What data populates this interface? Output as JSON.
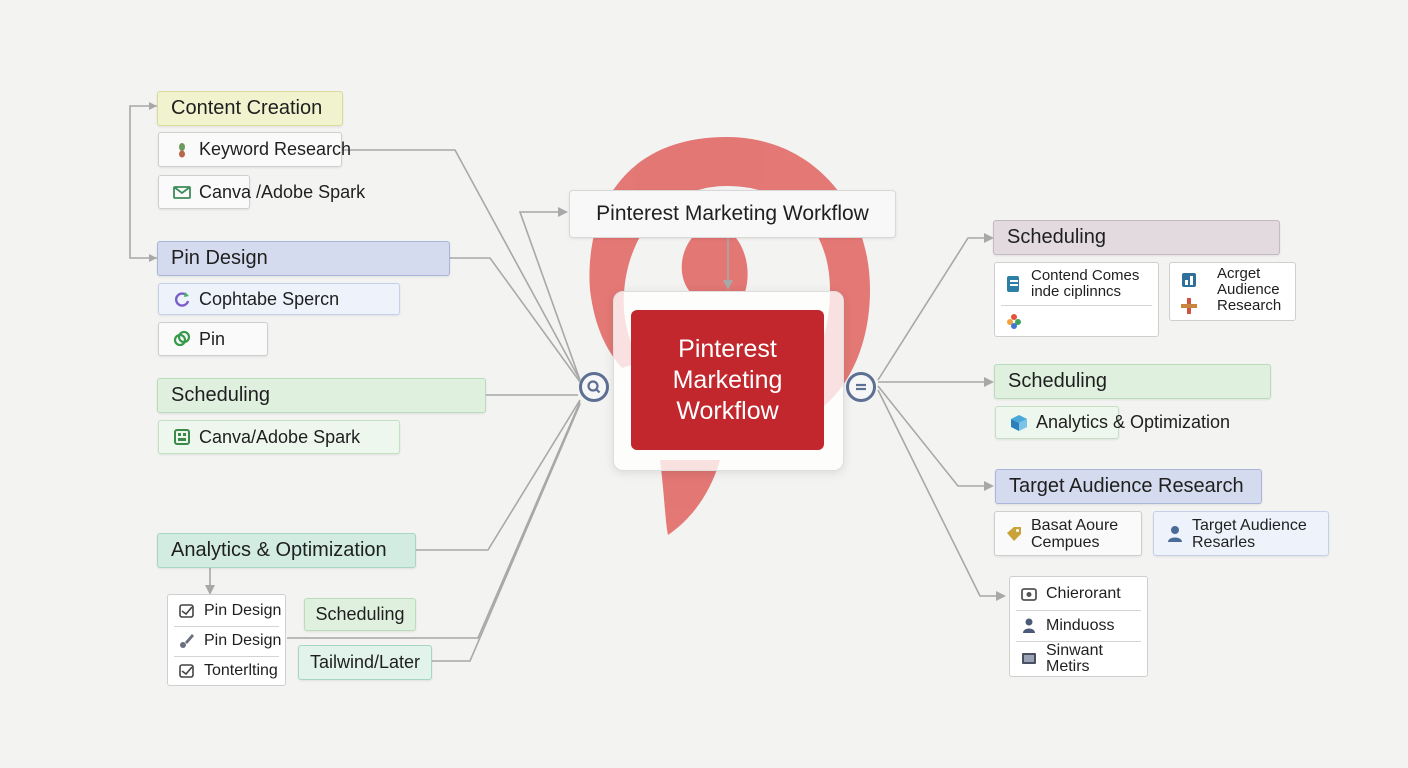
{
  "colors": {
    "brand_red": "#c1272d",
    "logo_red": "#e0625f",
    "connector": "#a8a8a8",
    "hub_ring": "#5e6f94"
  },
  "center": {
    "title_top": "Pinterest Marketing Workflow",
    "title_main": "Pinterest Marketing Workflow"
  },
  "hubs": {
    "left_icon": "search-icon",
    "right_icon": "equals-icon"
  },
  "left": {
    "content_creation": {
      "header": "Content Creation",
      "items": [
        {
          "label": "Keyword Research",
          "icon": "leaf-icon"
        },
        {
          "label": "Canva /Adobe Spark",
          "icon": "envelope-icon"
        }
      ]
    },
    "pin_design": {
      "header": "Pin Design",
      "items": [
        {
          "label": "Cophtabe Spercn",
          "icon": "refresh-icon"
        },
        {
          "label": "Pin",
          "icon": "link-icon"
        }
      ]
    },
    "scheduling": {
      "header": "Scheduling",
      "items": [
        {
          "label": "Canva/Adobe Spark",
          "icon": "grid-icon"
        }
      ]
    },
    "analytics": {
      "header": "Analytics & Optimization",
      "list": [
        {
          "label": "Pin Design",
          "icon": "checkbox-icon"
        },
        {
          "label": "Pin Design",
          "icon": "brush-icon"
        },
        {
          "label": "Tonterlting",
          "icon": "checkbox-icon"
        }
      ],
      "tag_scheduling": "Scheduling",
      "tag_tool": "Tailwind/Later"
    }
  },
  "right": {
    "scheduling_top": {
      "header": "Scheduling",
      "panel_line1": "Contend Comes",
      "panel_line2": "inde ciplinncs",
      "panel_icon_top": "document-icon",
      "panel_icon_bottom": "flower-icon",
      "aside_line1": "Acrget",
      "aside_line2": "Audience",
      "aside_line3": "Research",
      "aside_icon_top": "chart-icon",
      "aside_icon_bottom": "puzzle-icon"
    },
    "scheduling_mid": {
      "header": "Scheduling",
      "item": "Analytics & Optimization",
      "item_icon": "cube-icon"
    },
    "target_audience": {
      "header": "Target Audience Research",
      "card1_line1": "Basat Aoure",
      "card1_line2": "Cempues",
      "card1_icon": "tag-icon",
      "card2_line1": "Target Audience",
      "card2_line2": "Resarles",
      "card2_icon": "user-icon"
    },
    "metrics": {
      "rows": [
        {
          "label": "Chierorant",
          "icon": "camera-icon"
        },
        {
          "label": "Minduoss",
          "icon": "person-icon"
        },
        {
          "label_line1": "Sinwant",
          "label_line2": "Metirs",
          "icon": "monitor-icon"
        }
      ]
    }
  }
}
